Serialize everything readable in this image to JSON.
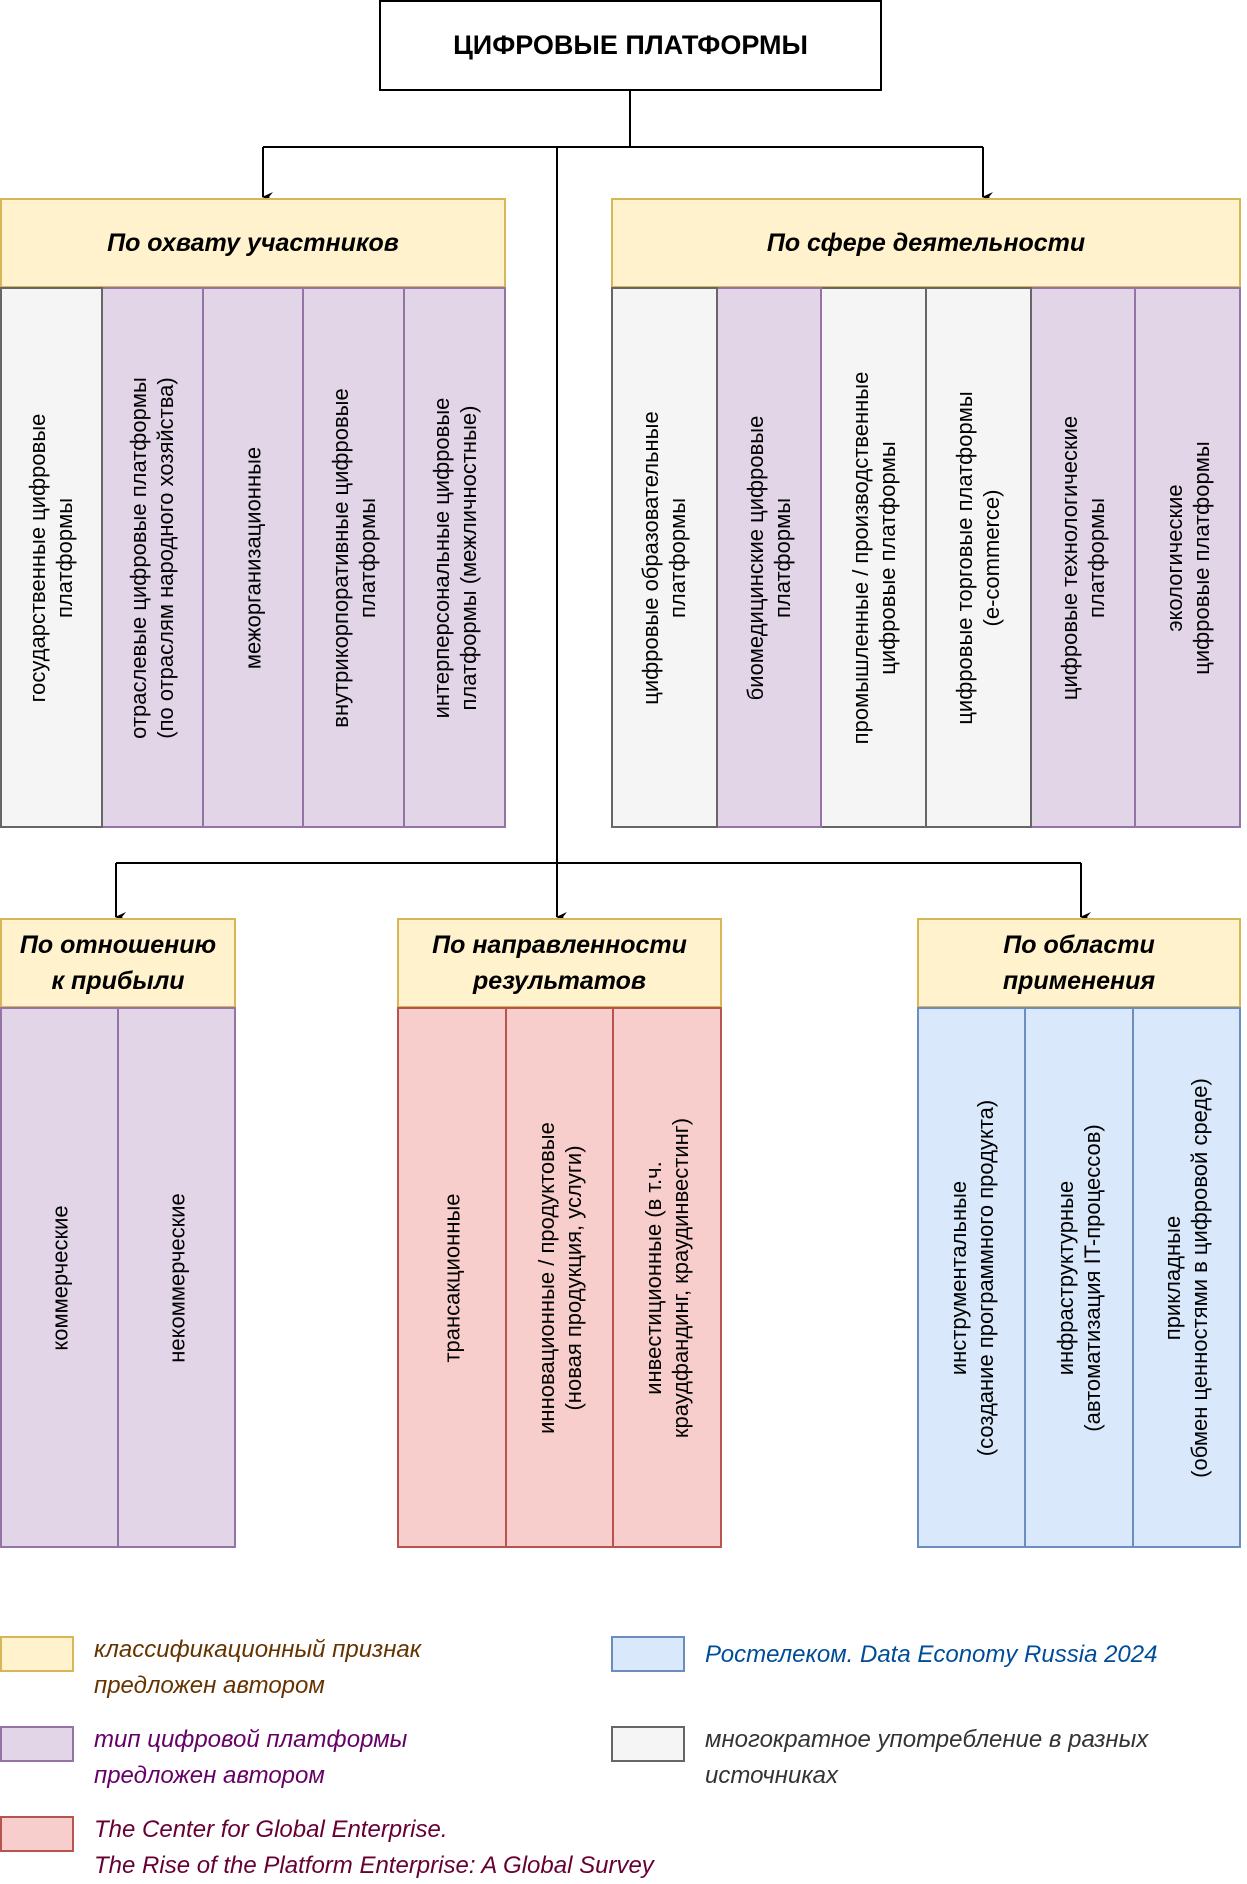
{
  "title": "ЦИФРОВЫЕ ПЛАТФОРМЫ",
  "colors": {
    "header_fill": "#fff2cc",
    "header_border": "#d6b656",
    "purple_fill": "#e1d5e7",
    "purple_border": "#9673a6",
    "grey_fill": "#f5f5f5",
    "grey_border": "#666666",
    "red_fill": "#f8cecc",
    "red_border": "#b85450",
    "blue_fill": "#dae8fc",
    "blue_border": "#6c8ebf"
  },
  "groups": {
    "coverage": {
      "header": "По охвату участников",
      "items": [
        {
          "text": "государственные цифровые\nплатформы",
          "kind": "grey"
        },
        {
          "text": "отраслевые цифровые платформы\n(по отраслям народного хозяйства)",
          "kind": "purple"
        },
        {
          "text": "межорганизационные",
          "kind": "purple"
        },
        {
          "text": "внутрикорпоративные цифровые\nплатформы",
          "kind": "purple"
        },
        {
          "text": "интерперсональные цифровые\nплатформы (межличностные)",
          "kind": "purple"
        }
      ]
    },
    "sphere": {
      "header": "По сфере деятельности",
      "items": [
        {
          "text": "цифровые образовательные\nплатформы",
          "kind": "grey"
        },
        {
          "text": "биомедицинские цифровые\nплатформы",
          "kind": "purple"
        },
        {
          "text": "промышленные / производственные\nцифровые платформы",
          "kind": "grey"
        },
        {
          "text": "цифровые торговые платформы\n(e-commerce)",
          "kind": "grey"
        },
        {
          "text": "цифровые технологические\nплатформы",
          "kind": "purple"
        },
        {
          "text": "экологические\nцифровые платформы",
          "kind": "purple"
        }
      ]
    },
    "profit": {
      "header": "По отношению\nк прибыли",
      "items": [
        {
          "text": "коммерческие",
          "kind": "purple"
        },
        {
          "text": "некоммерческие",
          "kind": "purple"
        }
      ]
    },
    "results": {
      "header": "По направленности\nрезультатов",
      "items": [
        {
          "text": "трансакционные",
          "kind": "red"
        },
        {
          "text": "инновационные / продуктовые\n(новая продукция, услуги)",
          "kind": "red"
        },
        {
          "text": "инвестиционные (в т.ч.\nкраудфандинг, краудинвестинг)",
          "kind": "red"
        }
      ]
    },
    "application": {
      "header": "По области\nприменения",
      "items": [
        {
          "text": "инструментальные\n(создание программного продукта)",
          "kind": "blue"
        },
        {
          "text": "инфраструктурные\n(автоматизация IT-процессов)",
          "kind": "blue"
        },
        {
          "text": "прикладные\n(обмен ценностями в цифровой среде)",
          "kind": "blue"
        }
      ]
    }
  },
  "legend": [
    {
      "text": "классификационный признак\nпредложен автором",
      "kind": "header",
      "text_color": "#663300"
    },
    {
      "text": "тип цифровой платформы\nпредложен автором",
      "kind": "purple",
      "text_color": "#660066"
    },
    {
      "text": "The Center for Global Enterprise.\nThe Rise of the Platform Enterprise: A Global Survey",
      "kind": "red",
      "text_color": "#660033"
    },
    {
      "text": "Ростелеком. Data Economy Russia 2024",
      "kind": "blue",
      "text_color": "#004c99"
    },
    {
      "text": "многократное употребление в разных\nисточниках",
      "kind": "grey",
      "text_color": "#333333"
    }
  ]
}
